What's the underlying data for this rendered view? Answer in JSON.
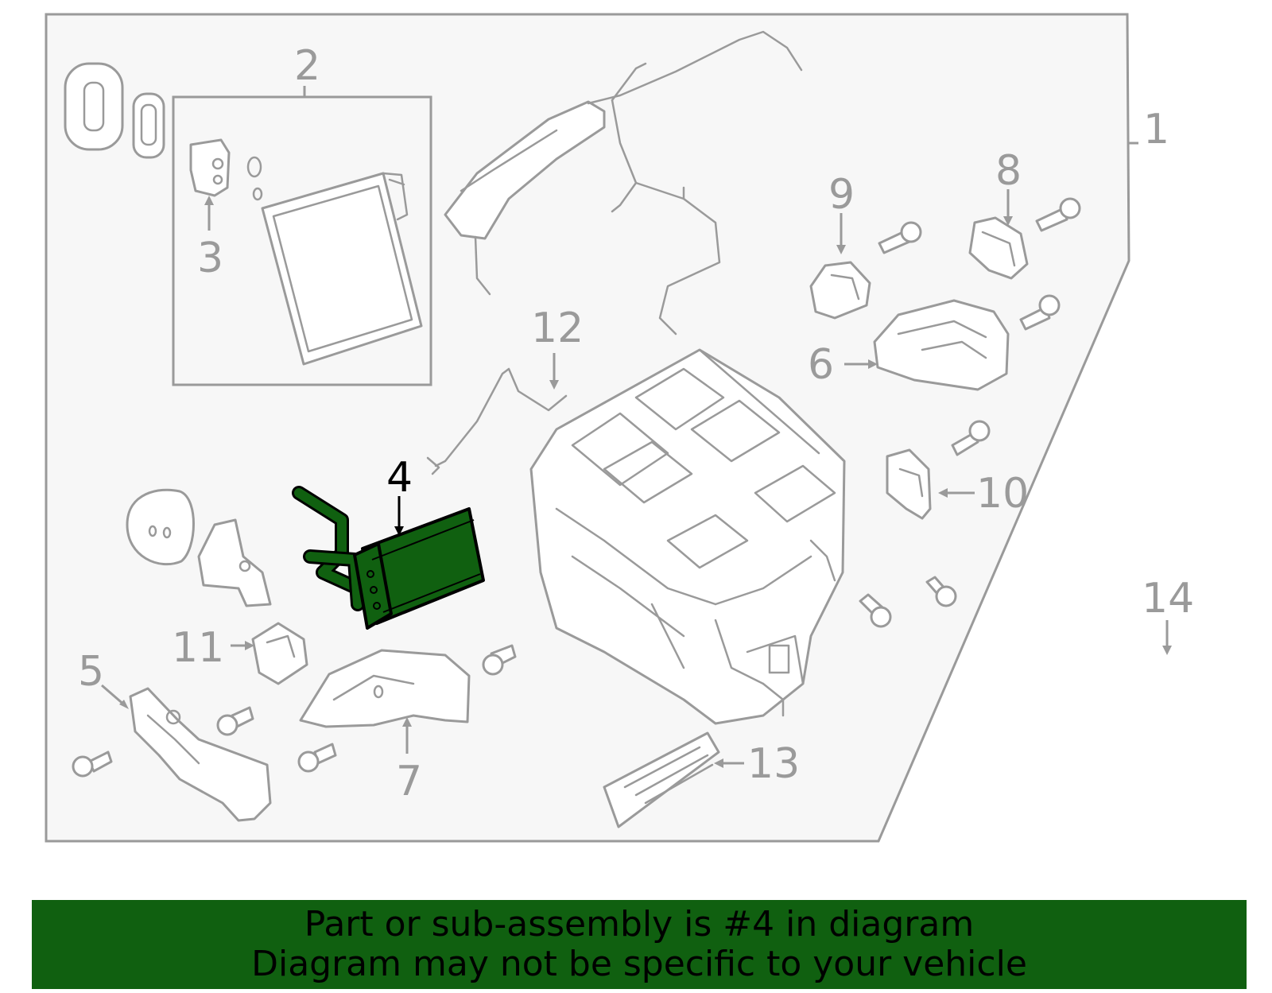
{
  "diagram": {
    "callouts": [
      "1",
      "2",
      "3",
      "4",
      "5",
      "6",
      "7",
      "8",
      "9",
      "10",
      "11",
      "12",
      "13",
      "14"
    ],
    "highlighted_part": "4",
    "highlight_color": "#106010",
    "line_color": "#9a9a9a",
    "background_color": "#f7f7f7"
  },
  "banner": {
    "line1": "Part or sub-assembly is #4 in diagram",
    "line2": "Diagram may not be specific to your vehicle",
    "color": "#106010"
  }
}
